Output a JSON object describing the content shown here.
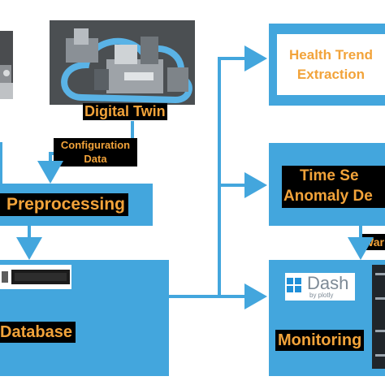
{
  "nodes": {
    "digital_twin": "Digital Twin",
    "health_trend": {
      "line1": "Health Trend",
      "line2": "Extraction"
    },
    "preprocessing": "Preprocessing",
    "time_series": {
      "line1": "Time Se",
      "line2": "Anomaly De"
    },
    "database": "Database",
    "monitoring": "Monitoring"
  },
  "edge_labels": {
    "configuration": {
      "line1": "Configuration",
      "line2": "Data"
    },
    "warning": "War"
  },
  "logos": {
    "dash": "Dash",
    "by_plotly": "by plotly"
  },
  "colors": {
    "box_fill": "#43a6dd",
    "arrow": "#43a6dd",
    "label_text": "#f2a33a",
    "label_bg": "#000000",
    "health_box_text": "#f2a33a"
  }
}
